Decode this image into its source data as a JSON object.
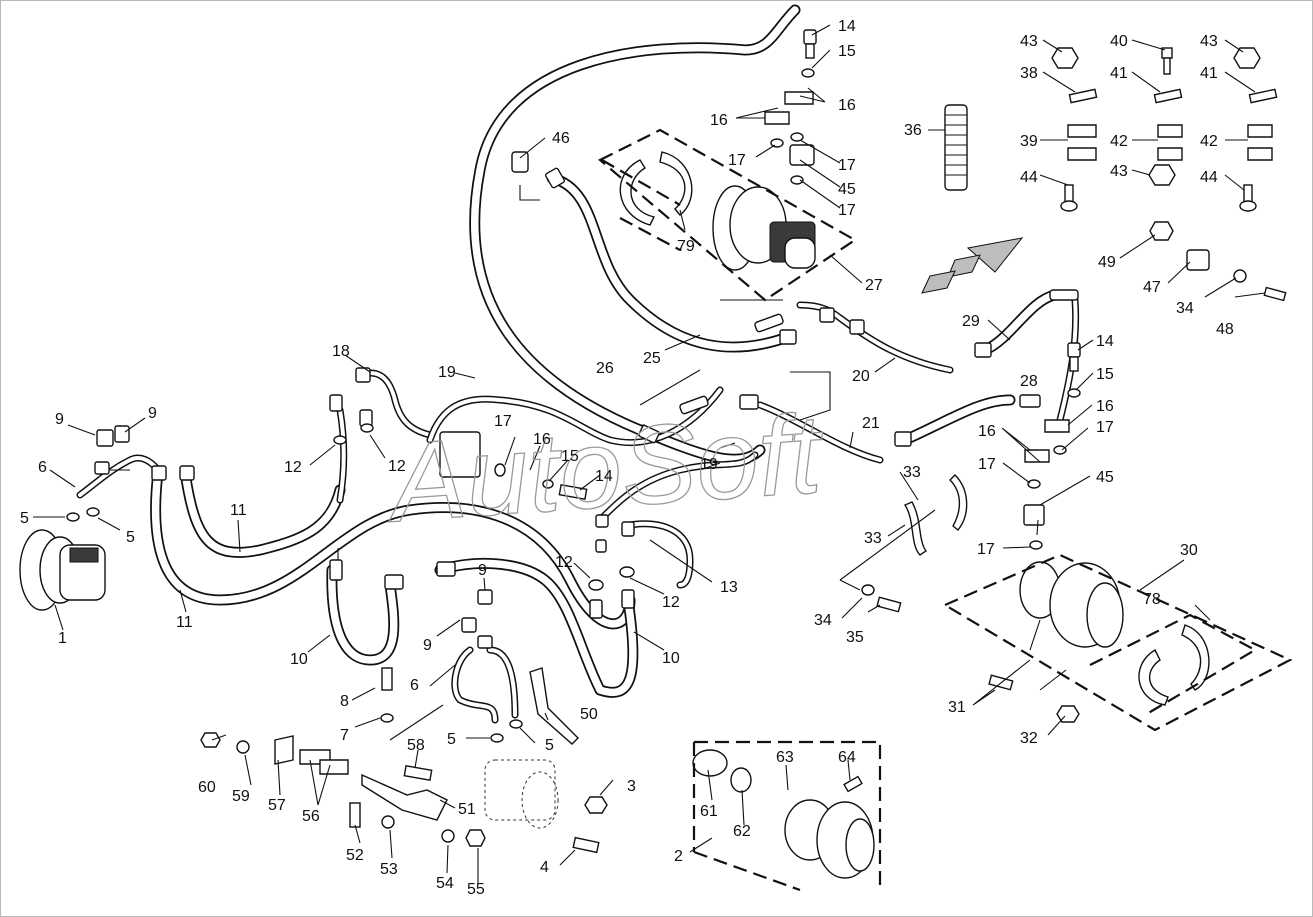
{
  "watermark": "AutoSoft",
  "callouts": [
    {
      "id": "c1",
      "text": "1"
    },
    {
      "id": "c2",
      "text": "2"
    },
    {
      "id": "c3",
      "text": "3"
    },
    {
      "id": "c4",
      "text": "4"
    },
    {
      "id": "c5a",
      "text": "5"
    },
    {
      "id": "c5b",
      "text": "5"
    },
    {
      "id": "c5c",
      "text": "5"
    },
    {
      "id": "c5d",
      "text": "5"
    },
    {
      "id": "c6a",
      "text": "6"
    },
    {
      "id": "c6b",
      "text": "6"
    },
    {
      "id": "c7",
      "text": "7"
    },
    {
      "id": "c8",
      "text": "8"
    },
    {
      "id": "c9a",
      "text": "9"
    },
    {
      "id": "c9b",
      "text": "9"
    },
    {
      "id": "c9c",
      "text": "9"
    },
    {
      "id": "c9d",
      "text": "9"
    },
    {
      "id": "c10a",
      "text": "10"
    },
    {
      "id": "c10b",
      "text": "10"
    },
    {
      "id": "c11a",
      "text": "11"
    },
    {
      "id": "c11b",
      "text": "11"
    },
    {
      "id": "c12a",
      "text": "12"
    },
    {
      "id": "c12b",
      "text": "12"
    },
    {
      "id": "c12c",
      "text": "12"
    },
    {
      "id": "c12d",
      "text": "12"
    },
    {
      "id": "c13",
      "text": "13"
    },
    {
      "id": "c14a",
      "text": "14"
    },
    {
      "id": "c14b",
      "text": "14"
    },
    {
      "id": "c14c",
      "text": "14"
    },
    {
      "id": "c15a",
      "text": "15"
    },
    {
      "id": "c15b",
      "text": "15"
    },
    {
      "id": "c15c",
      "text": "15"
    },
    {
      "id": "c16a",
      "text": "16"
    },
    {
      "id": "c16b",
      "text": "16"
    },
    {
      "id": "c16c",
      "text": "16"
    },
    {
      "id": "c16d",
      "text": "16"
    },
    {
      "id": "c16e",
      "text": "16"
    },
    {
      "id": "c17a",
      "text": "17"
    },
    {
      "id": "c17b",
      "text": "17"
    },
    {
      "id": "c17c",
      "text": "17"
    },
    {
      "id": "c17d",
      "text": "17"
    },
    {
      "id": "c17e",
      "text": "17"
    },
    {
      "id": "c17f",
      "text": "17"
    },
    {
      "id": "c17g",
      "text": "17"
    },
    {
      "id": "c18",
      "text": "18"
    },
    {
      "id": "c19a",
      "text": "19"
    },
    {
      "id": "c19b",
      "text": "19"
    },
    {
      "id": "c20",
      "text": "20"
    },
    {
      "id": "c21",
      "text": "21"
    },
    {
      "id": "c25",
      "text": "25"
    },
    {
      "id": "c26",
      "text": "26"
    },
    {
      "id": "c27",
      "text": "27"
    },
    {
      "id": "c28",
      "text": "28"
    },
    {
      "id": "c29",
      "text": "29"
    },
    {
      "id": "c30",
      "text": "30"
    },
    {
      "id": "c31",
      "text": "31"
    },
    {
      "id": "c32",
      "text": "32"
    },
    {
      "id": "c33a",
      "text": "33"
    },
    {
      "id": "c33b",
      "text": "33"
    },
    {
      "id": "c34a",
      "text": "34"
    },
    {
      "id": "c34b",
      "text": "34"
    },
    {
      "id": "c35",
      "text": "35"
    },
    {
      "id": "c36",
      "text": "36"
    },
    {
      "id": "c38",
      "text": "38"
    },
    {
      "id": "c39",
      "text": "39"
    },
    {
      "id": "c40",
      "text": "40"
    },
    {
      "id": "c41a",
      "text": "41"
    },
    {
      "id": "c41b",
      "text": "41"
    },
    {
      "id": "c42a",
      "text": "42"
    },
    {
      "id": "c42b",
      "text": "42"
    },
    {
      "id": "c43a",
      "text": "43"
    },
    {
      "id": "c43b",
      "text": "43"
    },
    {
      "id": "c43c",
      "text": "43"
    },
    {
      "id": "c44a",
      "text": "44"
    },
    {
      "id": "c44b",
      "text": "44"
    },
    {
      "id": "c45a",
      "text": "45"
    },
    {
      "id": "c45b",
      "text": "45"
    },
    {
      "id": "c46",
      "text": "46"
    },
    {
      "id": "c47",
      "text": "47"
    },
    {
      "id": "c48",
      "text": "48"
    },
    {
      "id": "c49",
      "text": "49"
    },
    {
      "id": "c50",
      "text": "50"
    },
    {
      "id": "c51",
      "text": "51"
    },
    {
      "id": "c52",
      "text": "52"
    },
    {
      "id": "c53",
      "text": "53"
    },
    {
      "id": "c54",
      "text": "54"
    },
    {
      "id": "c55",
      "text": "55"
    },
    {
      "id": "c56",
      "text": "56"
    },
    {
      "id": "c57",
      "text": "57"
    },
    {
      "id": "c58",
      "text": "58"
    },
    {
      "id": "c59",
      "text": "59"
    },
    {
      "id": "c60",
      "text": "60"
    },
    {
      "id": "c61",
      "text": "61"
    },
    {
      "id": "c62",
      "text": "62"
    },
    {
      "id": "c63",
      "text": "63"
    },
    {
      "id": "c64",
      "text": "64"
    },
    {
      "id": "c78",
      "text": "78"
    },
    {
      "id": "c79",
      "text": "79"
    }
  ]
}
